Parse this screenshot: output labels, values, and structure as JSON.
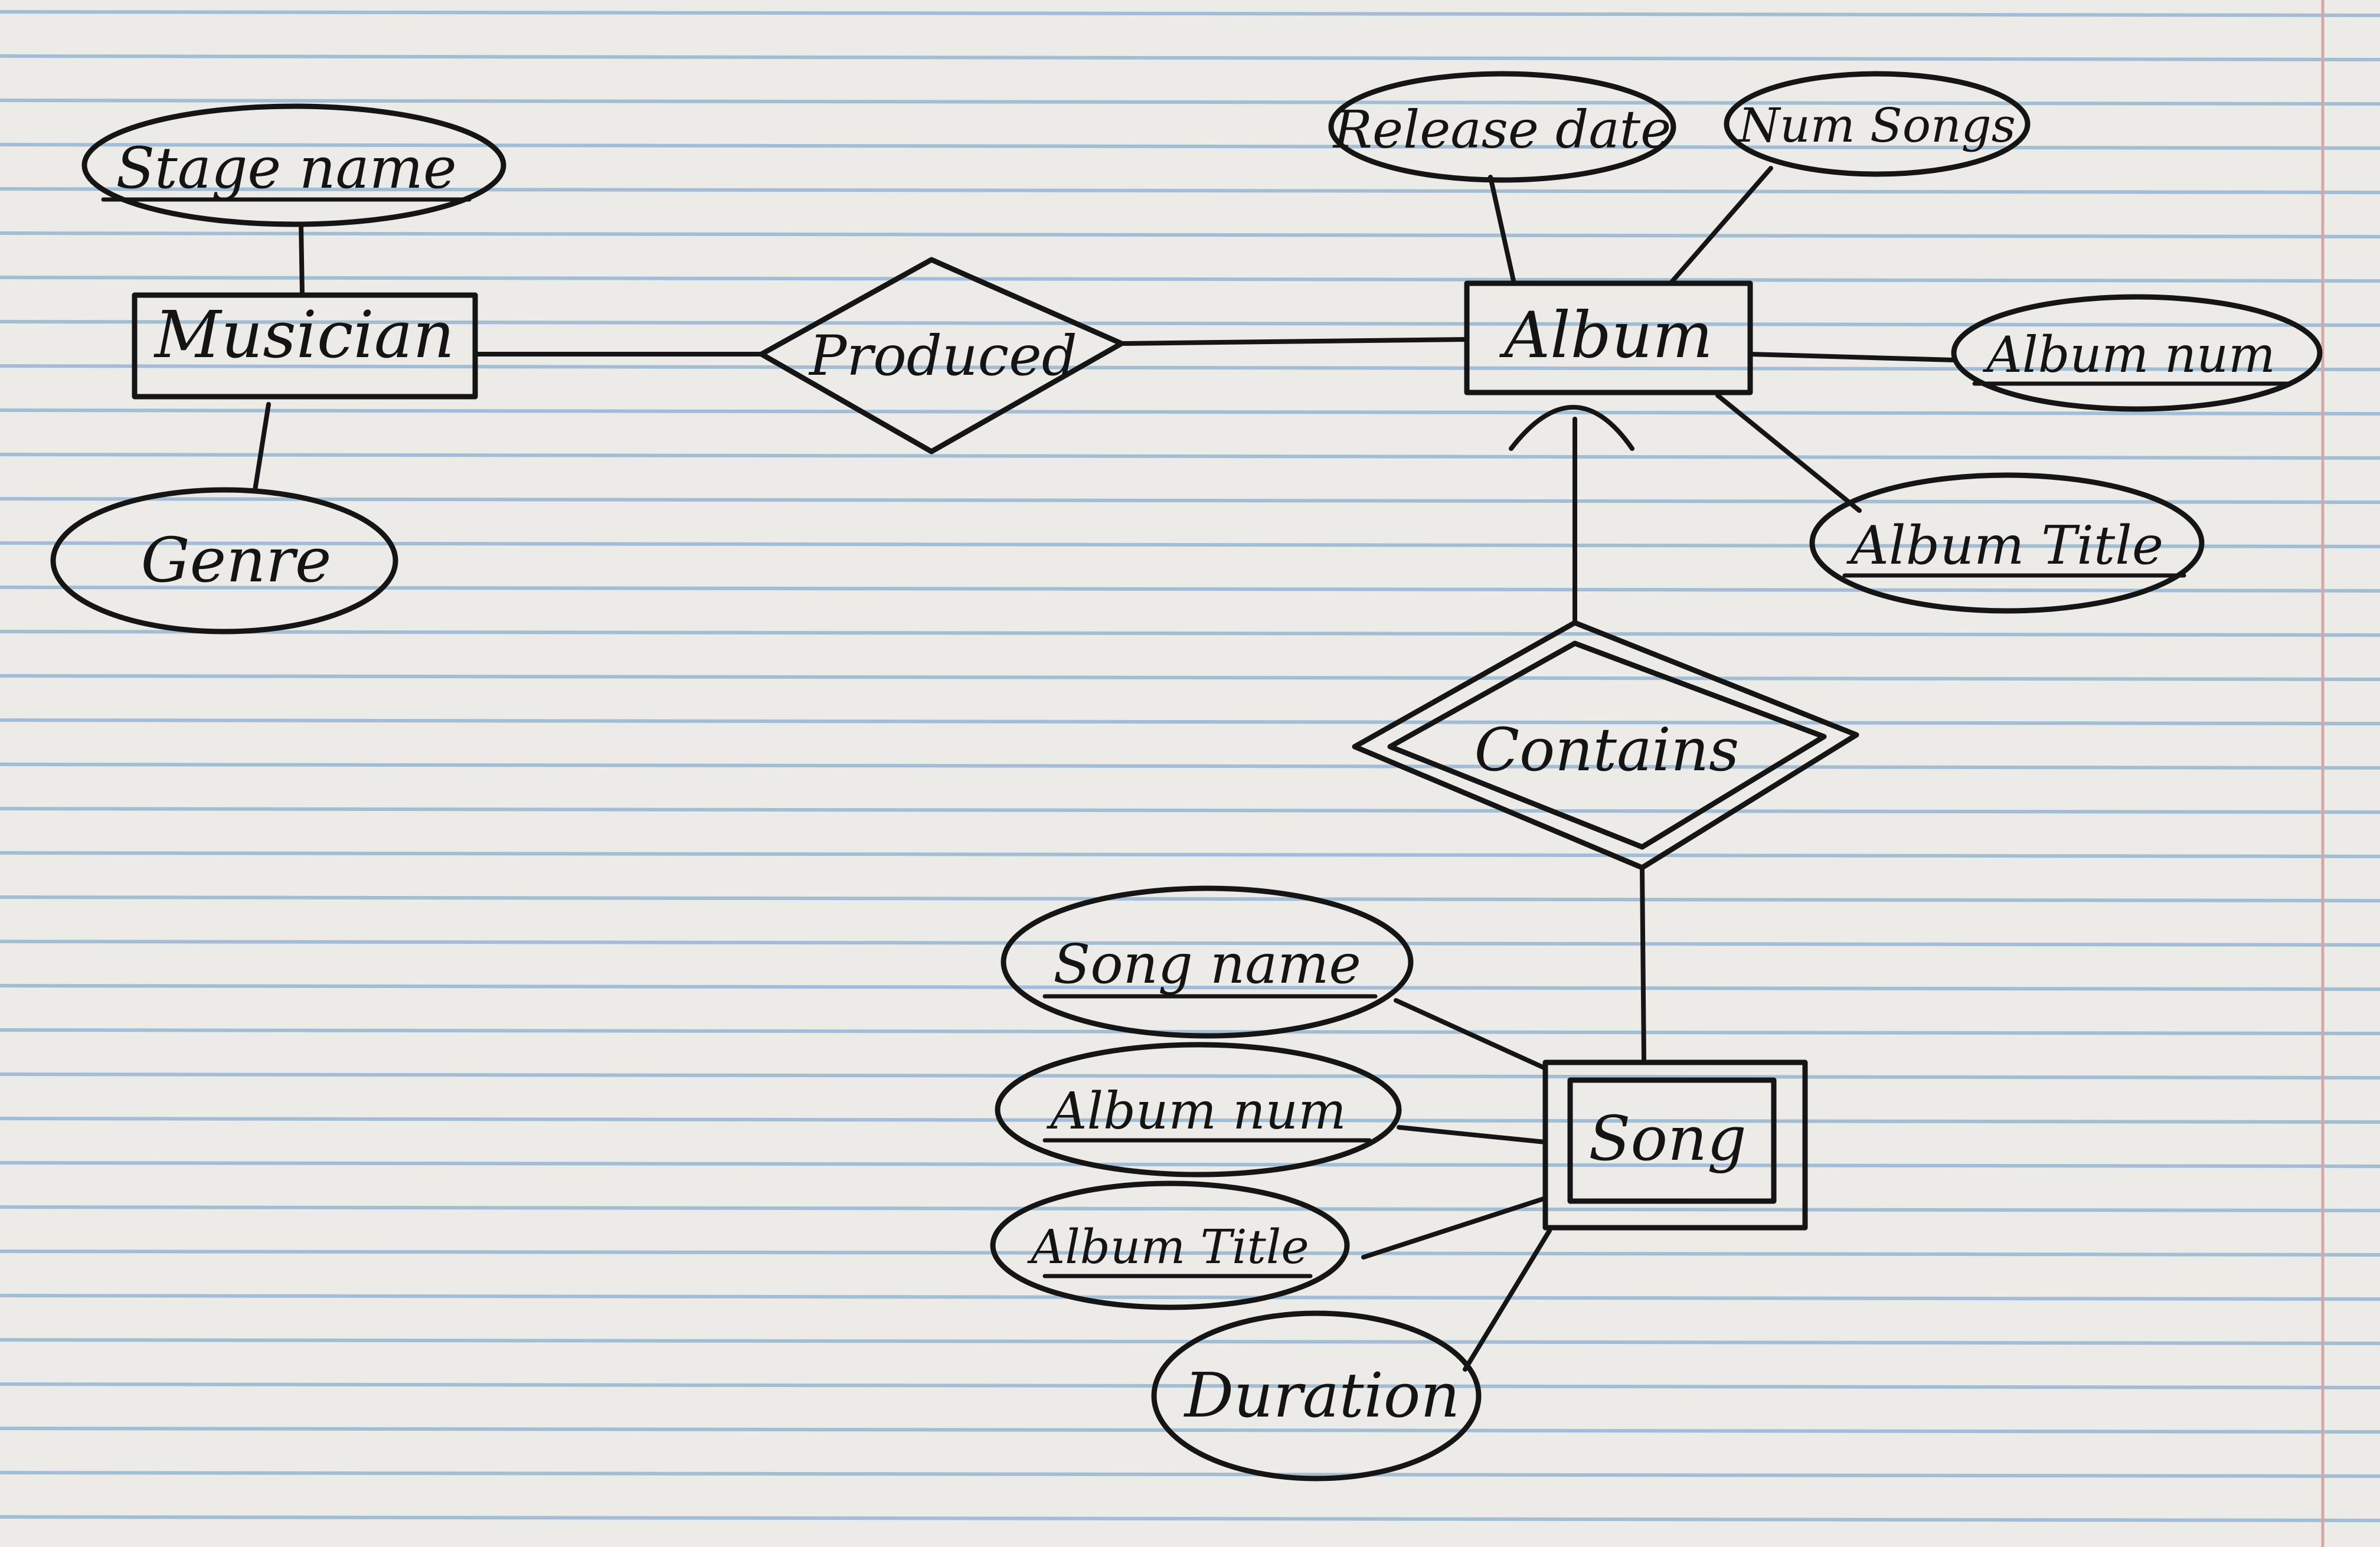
{
  "diagram": {
    "entities": {
      "musician": "Musician",
      "album": "Album",
      "song": "Song"
    },
    "relationships": {
      "produced": "Produced",
      "contains": "Contains"
    },
    "attributes": {
      "stage_name": "Stage name",
      "genre": "Genre",
      "release_date": "Release date",
      "num_songs": "Num Songs",
      "album_num": "Album num",
      "album_title": "Album Title",
      "song_name": "Song name",
      "song_album_num": "Album num",
      "song_album_title": "Album Title",
      "duration": "Duration"
    }
  },
  "colors": {
    "paper": "#ecebe7",
    "rule_line": "#8fb4d2",
    "margin_line": "#d6a7a7",
    "ink": "#151515"
  }
}
